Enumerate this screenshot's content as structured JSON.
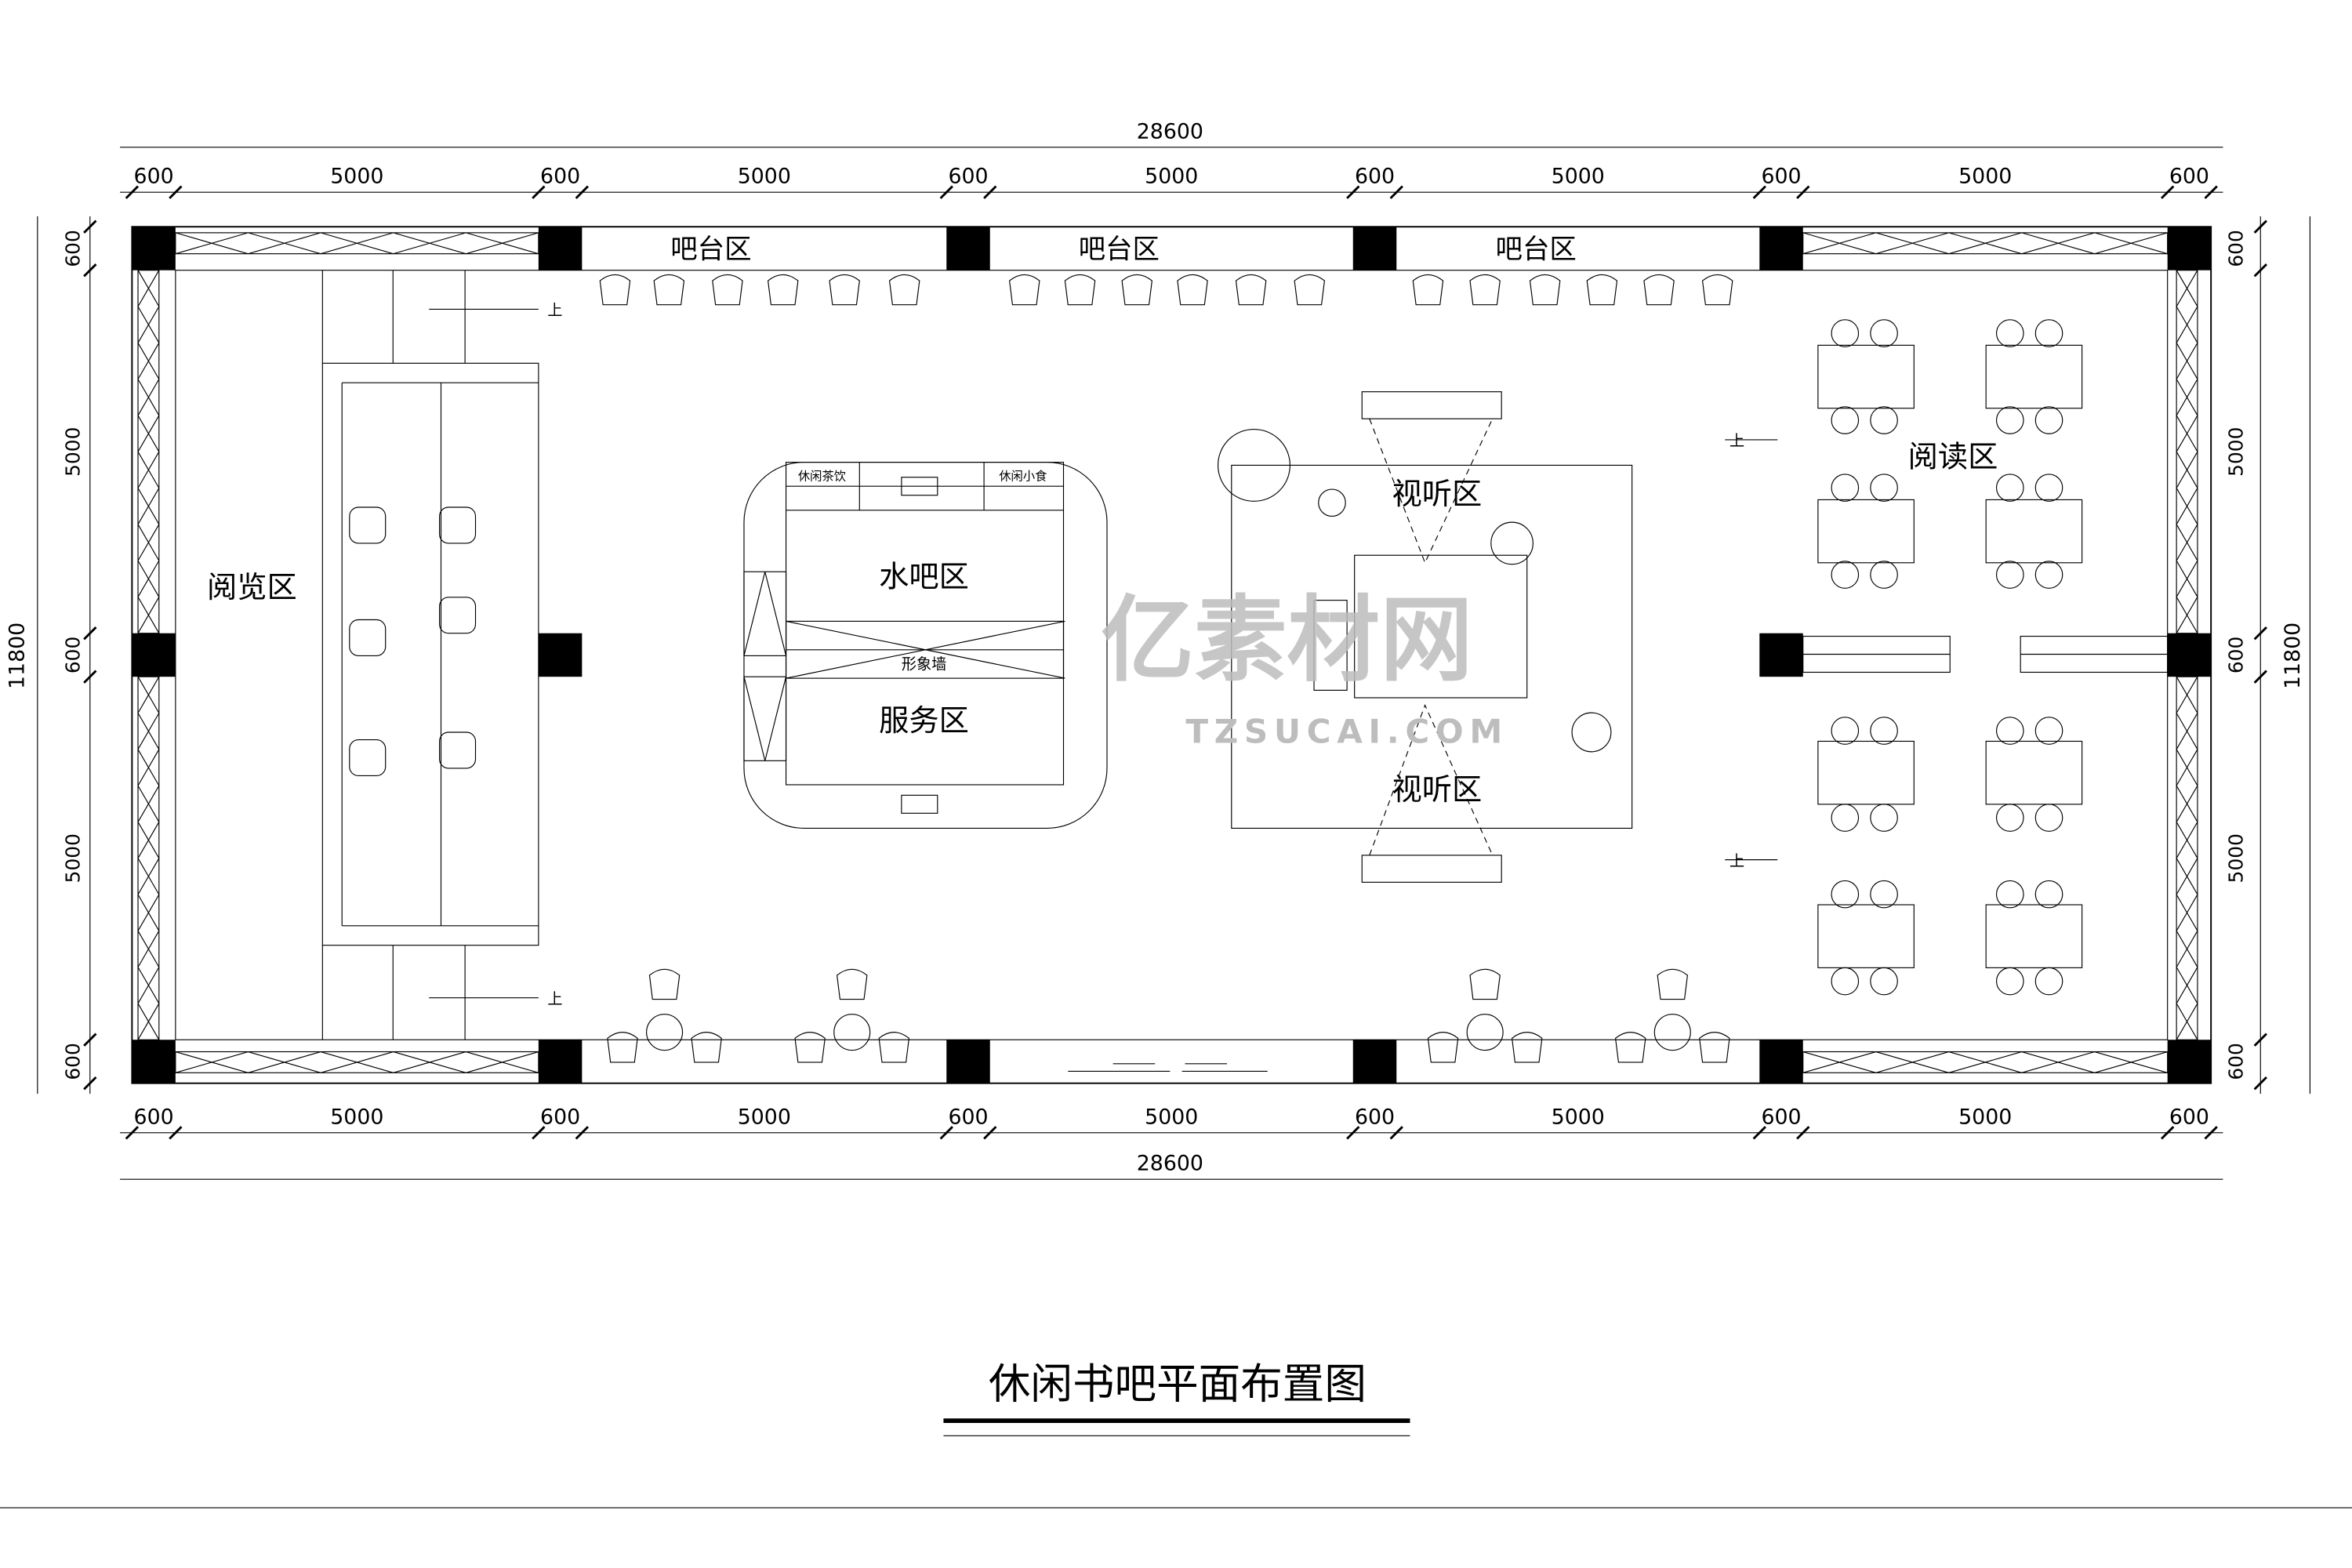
{
  "title": "休闲书吧平面布置图",
  "dimensions": {
    "top_total": "28600",
    "bottom_total": "28600",
    "top_segments": [
      "600",
      "5000",
      "600",
      "5000",
      "600",
      "5000",
      "600",
      "5000",
      "600",
      "5000",
      "600"
    ],
    "bottom_segments": [
      "600",
      "5000",
      "600",
      "5000",
      "600",
      "5000",
      "600",
      "5000",
      "600",
      "5000",
      "600"
    ],
    "left_segments": [
      "600",
      "5000",
      "600",
      "5000",
      "600"
    ],
    "right_segments": [
      "600",
      "5000",
      "600",
      "5000",
      "600"
    ],
    "left_total": "11800",
    "right_total": "11800"
  },
  "areas": {
    "bar1": "吧台区",
    "bar2": "吧台区",
    "bar3": "吧台区",
    "browse": "阅览区",
    "reading": "阅读区",
    "water_bar": "水吧区",
    "service": "服务区",
    "av_top": "视听区",
    "av_bottom": "视听区",
    "tea": "休闲茶饮",
    "snack": "休闲小食",
    "image_wall": "形象墙"
  },
  "stair_label": "上",
  "watermark": {
    "cn": "亿素材网",
    "en": "TZSUCAI.COM"
  }
}
